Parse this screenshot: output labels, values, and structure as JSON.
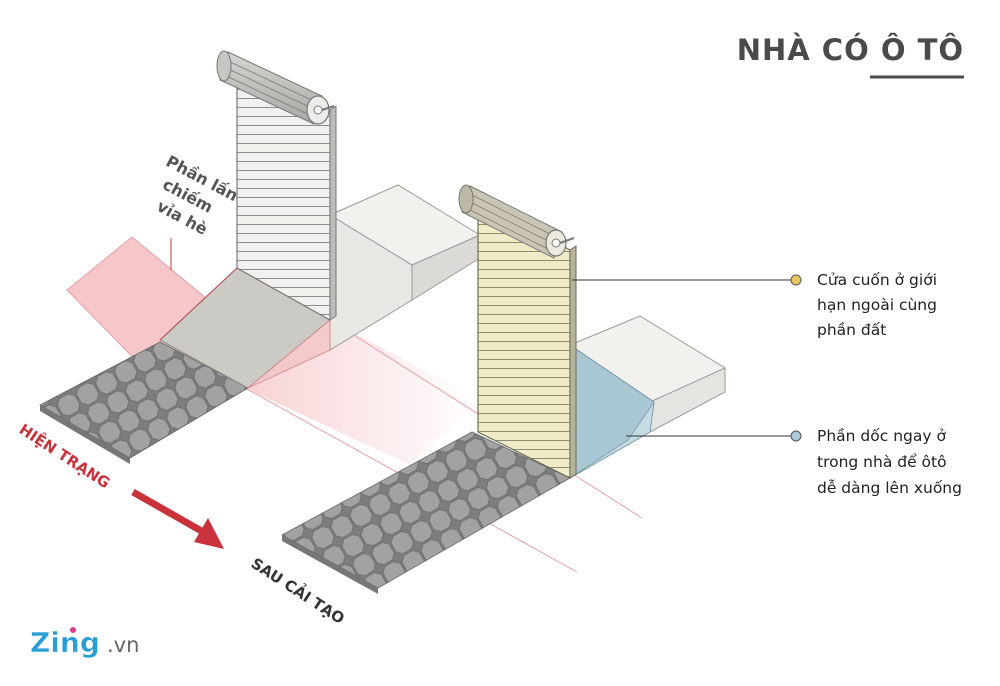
{
  "title": "NHÀ CÓ Ô TÔ",
  "encroach_label": [
    "Phần lấn",
    "chiếm",
    "vỉa hè"
  ],
  "current_label": "HIỆN TRẠNG",
  "after_label": "SAU CẢI TẠO",
  "callout_door": [
    "Cửa cuốn ở giới",
    "hạn ngoài cùng",
    "phần đất"
  ],
  "callout_ramp": [
    "Phần dốc ngay ở",
    "trong nhà để ôtô",
    "dễ dàng lên xuống"
  ],
  "logo": {
    "brand": "Zing",
    "suffix": ".vn"
  },
  "colors": {
    "title": "#4a4a4a",
    "red_accent": "#c9323a",
    "encroach_fill": "#f4c4c8",
    "door_current": "#f0efec",
    "door_after": "#eeebc8",
    "ramp_current": "#cfcdc8",
    "ramp_after": "#a6c4d2",
    "step": "#efedea",
    "paving": "#9c9c9c",
    "dot_door": "#e6c75a",
    "dot_ramp": "#a9c9d8"
  }
}
